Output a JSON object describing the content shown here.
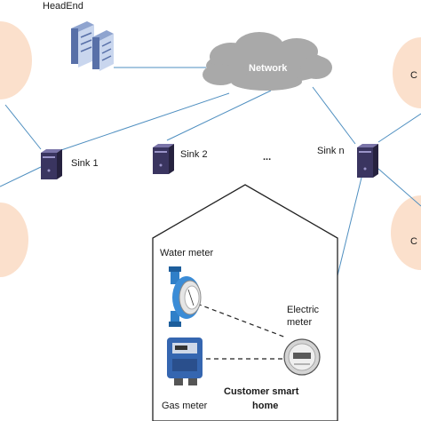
{
  "labels": {
    "headend": "HeadEnd",
    "network": "Network",
    "sink1": "Sink 1",
    "sink2": "Sink 2",
    "ellipsis": "...",
    "sinkn": "Sink n",
    "water_meter": "Water meter",
    "electric_meter_line1": "Electric",
    "electric_meter_line2": "meter",
    "gas_meter": "Gas meter",
    "home_line1": "Customer smart",
    "home_line2": "home",
    "cluster_right_top": "C",
    "cluster_right_bottom": "C"
  },
  "colors": {
    "cluster_fill": "#fbe0cc",
    "cloud_fill": "#a9a9a9",
    "link_stroke": "#4f8fc0",
    "server_body": "#3a3560",
    "water_meter_blue": "#2f7fc8",
    "gas_meter_blue": "#3566b0"
  },
  "icons": {
    "headend": "server-rack-icon",
    "network": "cloud-icon",
    "sink": "tower-pc-icon",
    "water": "water-meter-icon",
    "gas": "gas-meter-icon",
    "electric": "electric-meter-icon"
  }
}
